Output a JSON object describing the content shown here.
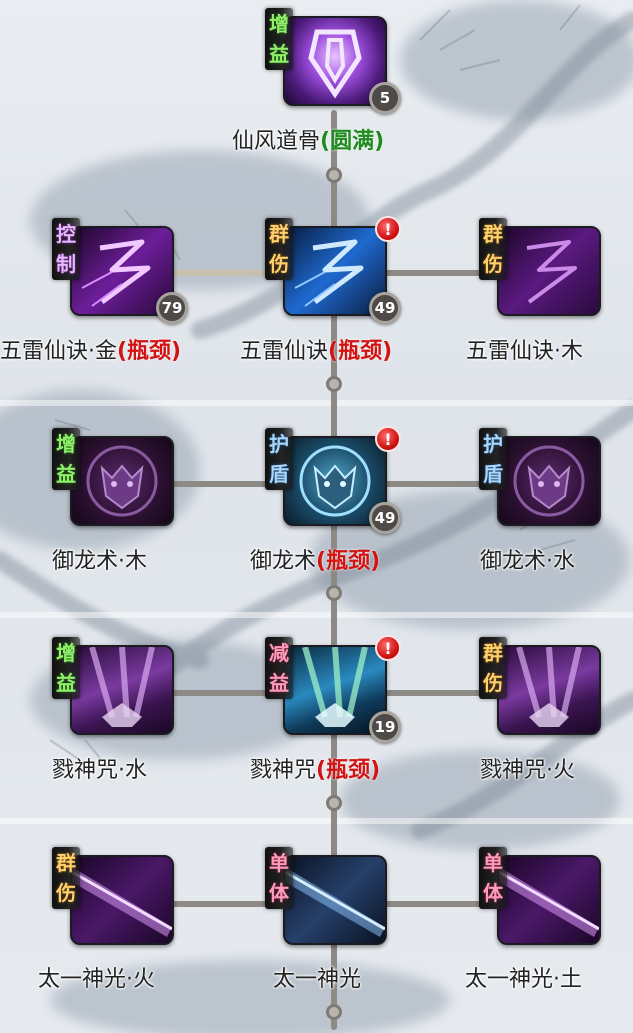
{
  "colors": {
    "bottleneck": "#d31212",
    "maxed": "#1f8c1f",
    "connector": "#8d8a86"
  },
  "skills": [
    {
      "id": "xianfeng",
      "name": "仙风道骨",
      "status": "(圆满)",
      "status_kind": "maxed",
      "tag": [
        "增",
        "益"
      ],
      "tag_color": "green",
      "level": "5",
      "alert": false,
      "icon": "shield-icon"
    },
    {
      "id": "wulei_jin",
      "name": "五雷仙诀·金",
      "status": "(瓶颈)",
      "status_kind": "bottleneck",
      "tag": [
        "控",
        "制"
      ],
      "tag_color": "purple",
      "level": "79",
      "alert": false,
      "icon": "lightning-icon"
    },
    {
      "id": "wulei",
      "name": "五雷仙诀",
      "status": "(瓶颈)",
      "status_kind": "bottleneck",
      "tag": [
        "群",
        "伤"
      ],
      "tag_color": "gold",
      "level": "49",
      "alert": true,
      "icon": "lightning-icon"
    },
    {
      "id": "wulei_mu",
      "name": "五雷仙诀·木",
      "status": "",
      "status_kind": "",
      "tag": [
        "群",
        "伤"
      ],
      "tag_color": "gold",
      "level": "",
      "alert": false,
      "icon": "lightning-icon"
    },
    {
      "id": "yulong_mu",
      "name": "御龙术·木",
      "status": "",
      "status_kind": "",
      "tag": [
        "增",
        "益"
      ],
      "tag_color": "green",
      "level": "",
      "alert": false,
      "icon": "dragon-icon"
    },
    {
      "id": "yulong",
      "name": "御龙术",
      "status": "(瓶颈)",
      "status_kind": "bottleneck",
      "tag": [
        "护",
        "盾"
      ],
      "tag_color": "blue",
      "level": "49",
      "alert": true,
      "icon": "dragon-icon"
    },
    {
      "id": "yulong_shui",
      "name": "御龙术·水",
      "status": "",
      "status_kind": "",
      "tag": [
        "护",
        "盾"
      ],
      "tag_color": "blue",
      "level": "",
      "alert": false,
      "icon": "dragon-icon"
    },
    {
      "id": "lushen_shui",
      "name": "戮神咒·水",
      "status": "",
      "status_kind": "",
      "tag": [
        "增",
        "益"
      ],
      "tag_color": "green",
      "level": "",
      "alert": false,
      "icon": "blast-icon"
    },
    {
      "id": "lushen",
      "name": "戮神咒",
      "status": "(瓶颈)",
      "status_kind": "bottleneck",
      "tag": [
        "减",
        "益"
      ],
      "tag_color": "pink",
      "level": "19",
      "alert": true,
      "icon": "blast-icon"
    },
    {
      "id": "lushen_huo",
      "name": "戮神咒·火",
      "status": "",
      "status_kind": "",
      "tag": [
        "群",
        "伤"
      ],
      "tag_color": "gold",
      "level": "",
      "alert": false,
      "icon": "blast-icon"
    },
    {
      "id": "taiyi_huo",
      "name": "太一神光·火",
      "status": "",
      "status_kind": "",
      "tag": [
        "群",
        "伤"
      ],
      "tag_color": "gold",
      "level": "",
      "alert": false,
      "icon": "beam-icon"
    },
    {
      "id": "taiyi",
      "name": "太一神光",
      "status": "",
      "status_kind": "",
      "tag": [
        "单",
        "体"
      ],
      "tag_color": "pink",
      "level": "",
      "alert": false,
      "icon": "beam-icon"
    },
    {
      "id": "taiyi_tu",
      "name": "太一神光·土",
      "status": "",
      "status_kind": "",
      "tag": [
        "单",
        "体"
      ],
      "tag_color": "pink",
      "level": "",
      "alert": false,
      "icon": "beam-icon"
    }
  ]
}
